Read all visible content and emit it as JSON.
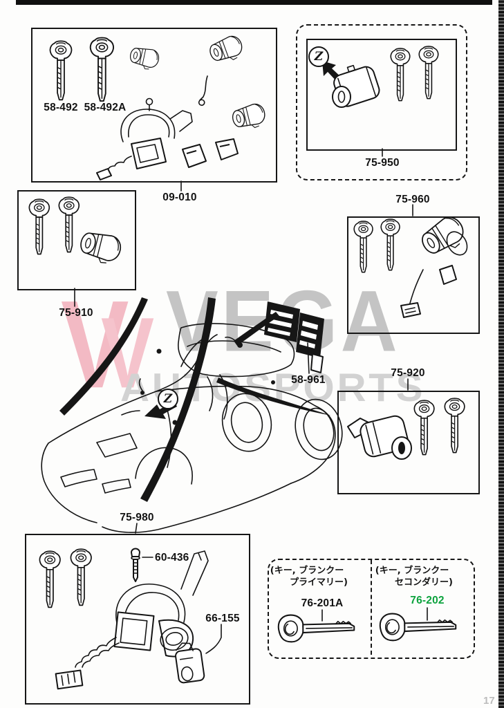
{
  "page": {
    "number": "17"
  },
  "watermark": {
    "title": "VEGA",
    "subtitle": "AUTOSPORTS",
    "logo_letter": "V"
  },
  "markers": {
    "zoom_box": "Z",
    "zoom_car": "Z"
  },
  "parts": {
    "key_primary_old": "58-492",
    "key_secondary_old": "58-492A",
    "key_set": "09-010",
    "lid_lock_set": "75-950",
    "door_lock_left": "75-910",
    "trunk_lock": "75-960",
    "door_striker": "58-961",
    "door_lock_right": "75-920",
    "steering_lock_set": "75-980",
    "bolt": "60-436",
    "ignition_switch": "66-155",
    "key_blank_primary": "76-201A",
    "key_blank_secondary": "76-202"
  },
  "captions": {
    "primary_line1": "(キー, ブランクー",
    "primary_line2": "プライマリー)",
    "secondary_line1": "(キー, ブランクー",
    "secondary_line2": "セコンダリー)"
  },
  "colors": {
    "highlight_green": "#0da33e",
    "ink": "#141414",
    "watermark_pink": "#f3bac4",
    "watermark_gray": "#c4c4c4"
  }
}
